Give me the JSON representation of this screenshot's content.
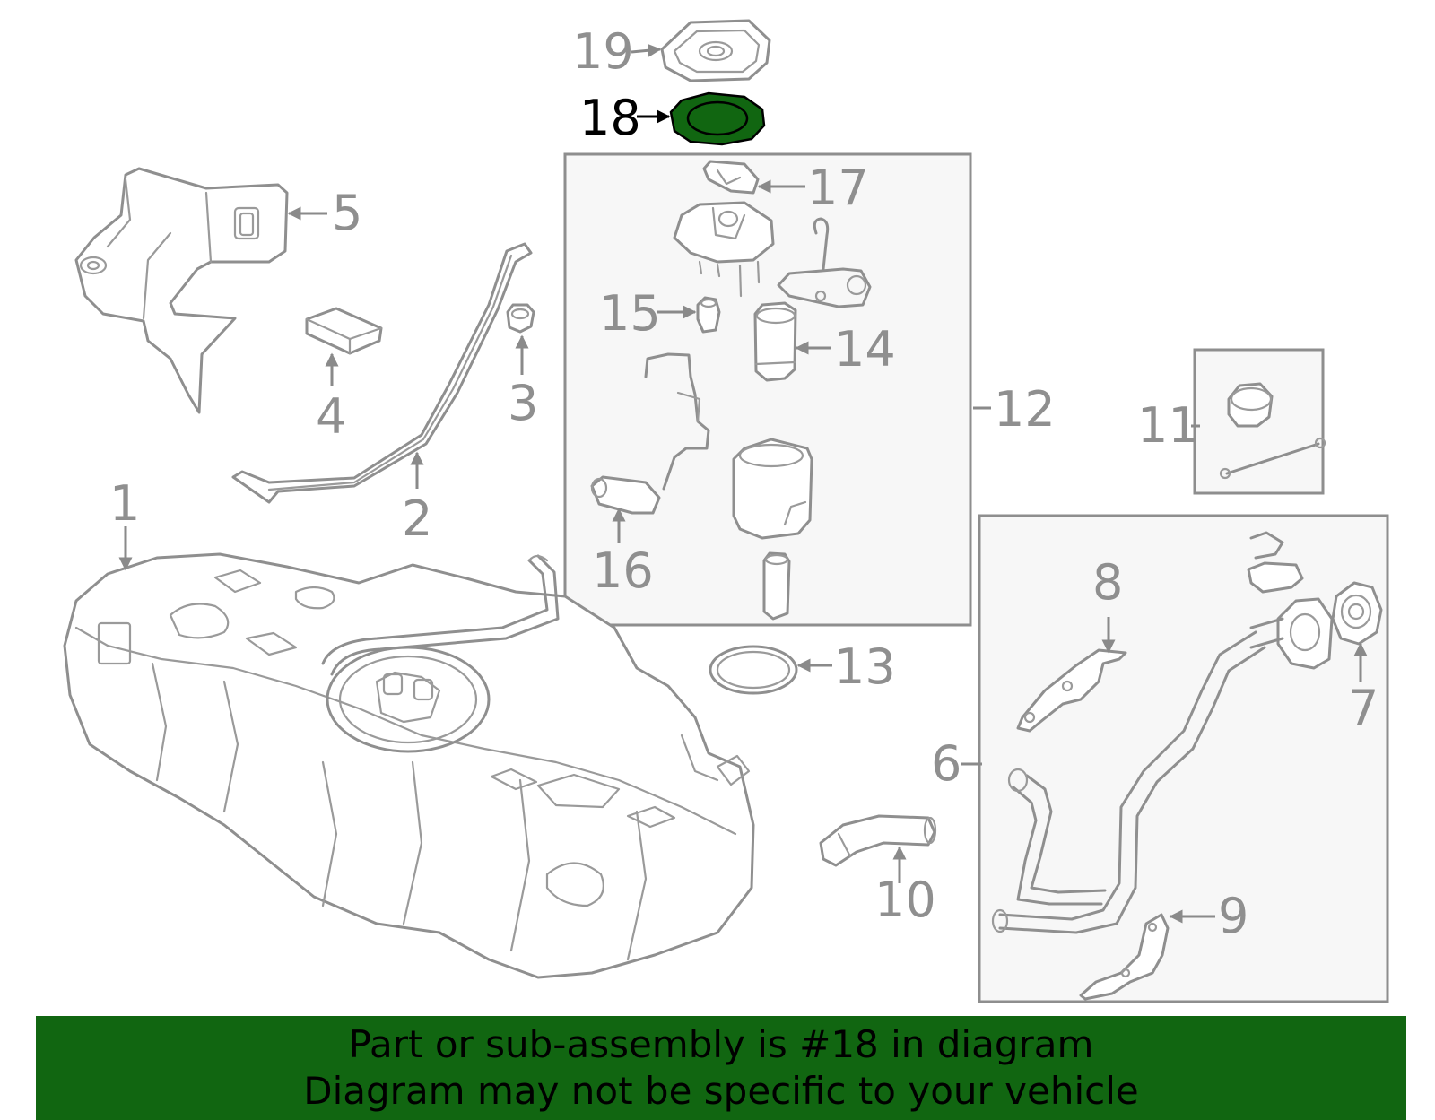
{
  "callouts": {
    "c1": "1",
    "c2": "2",
    "c3": "3",
    "c4": "4",
    "c5": "5",
    "c6": "6",
    "c7": "7",
    "c8": "8",
    "c9": "9",
    "c10": "10",
    "c11": "11",
    "c12": "12",
    "c13": "13",
    "c14": "14",
    "c15": "15",
    "c16": "16",
    "c17": "17",
    "c18": "18",
    "c19": "19"
  },
  "highlight": {
    "part": "18",
    "color": "#116611"
  },
  "banner": {
    "line1": "Part or sub-assembly is #18 in diagram",
    "line2": "Diagram may not be specific to your vehicle",
    "background": "#116611"
  }
}
